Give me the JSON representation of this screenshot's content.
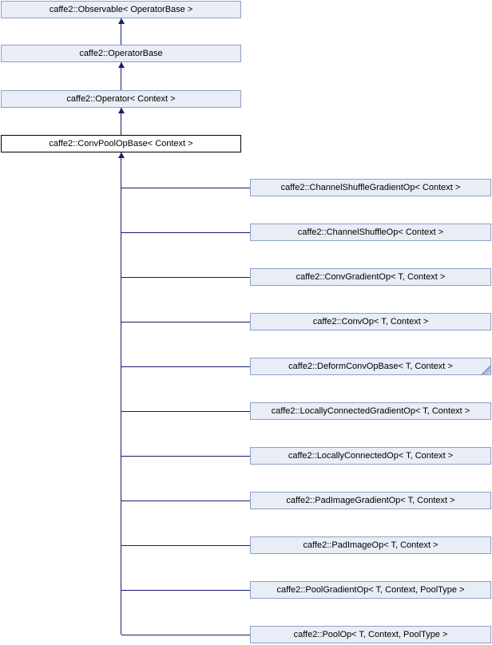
{
  "diagram": {
    "kind": "class-inheritance-diagram",
    "ancestors": [
      {
        "label": "caffe2::Observable< OperatorBase >"
      },
      {
        "label": "caffe2::OperatorBase"
      },
      {
        "label": "caffe2::Operator< Context >"
      },
      {
        "label": "caffe2::ConvPoolOpBase< Context >",
        "current": true
      }
    ],
    "children": [
      {
        "label": "caffe2::ChannelShuffleGradientOp< Context >"
      },
      {
        "label": "caffe2::ChannelShuffleOp< Context >"
      },
      {
        "label": "caffe2::ConvGradientOp< T, Context >"
      },
      {
        "label": "caffe2::ConvOp< T, Context >"
      },
      {
        "label": "caffe2::DeformConvOpBase< T, Context >",
        "truncated": true
      },
      {
        "label": "caffe2::LocallyConnectedGradientOp< T, Context >"
      },
      {
        "label": "caffe2::LocallyConnectedOp< T, Context >"
      },
      {
        "label": "caffe2::PadImageGradientOp< T, Context >"
      },
      {
        "label": "caffe2::PadImageOp< T, Context >"
      },
      {
        "label": "caffe2::PoolGradientOp< T, Context, PoolType >"
      },
      {
        "label": "caffe2::PoolOp< T, Context, PoolType >"
      }
    ],
    "colors": {
      "node_fill": "#e8edf6",
      "node_border": "#8da0c9",
      "current_node_fill": "#ffffff",
      "current_node_border": "#000000",
      "edge": "#191970",
      "fold_shade": "#b6c2dc"
    }
  }
}
